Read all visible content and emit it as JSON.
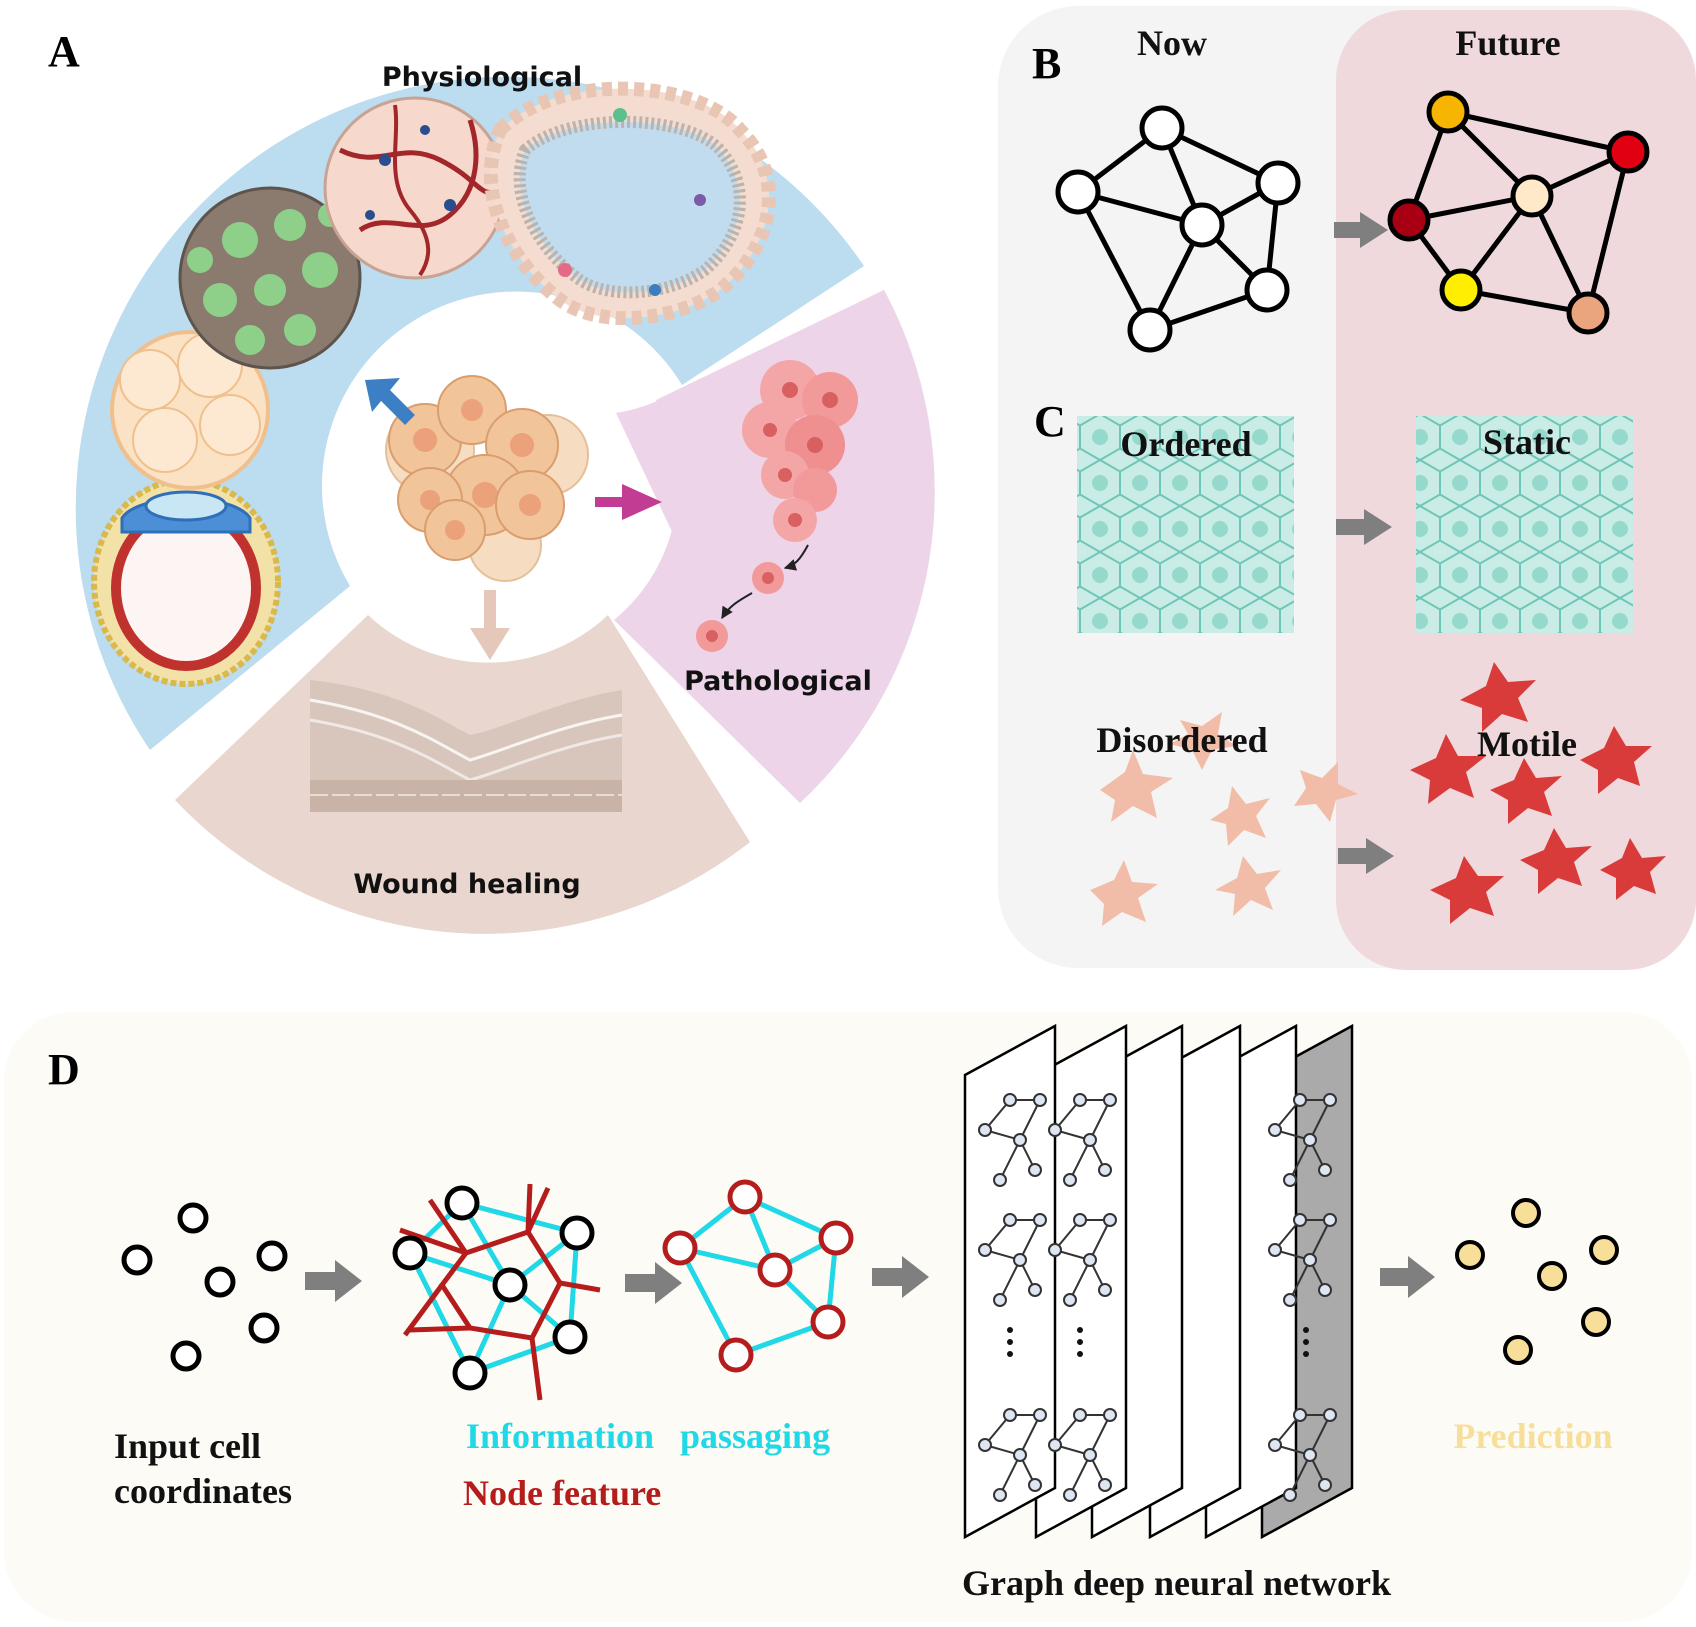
{
  "panels": {
    "a": {
      "letter": "A",
      "labels": {
        "physiological": "Physiological",
        "pathological": "Pathological",
        "wound": "Wound healing"
      }
    },
    "b": {
      "letter": "B",
      "now": "Now",
      "future": "Future"
    },
    "c": {
      "letter": "C",
      "ordered": "Ordered",
      "static": "Static",
      "disordered": "Disordered",
      "motile": "Motile"
    },
    "d": {
      "letter": "D",
      "input_line1": "Input cell",
      "input_line2": "coordinates",
      "info_word1": "Information",
      "info_word2": "passaging",
      "node_feature": "Node feature",
      "gdnn": "Graph deep neural network",
      "prediction": "Prediction"
    }
  },
  "colors": {
    "physio_ring": "#bcdcef",
    "patho_ring": "#edd4e8",
    "wound_ring": "#e8d6cf",
    "bc_bg": "#f4f4f4",
    "future_bg": "#f0d9dc",
    "d_bg": "#fcfbf5",
    "arrow_gray": "#7f7f7f",
    "info_cyan": "#20d8e6",
    "node_red": "#b51d1d",
    "prediction_yellow": "#f7df9a",
    "future_nodes": [
      "#f7b400",
      "#e00012",
      "#ffe9c9",
      "#a80012",
      "#ffee00",
      "#eaa57f"
    ],
    "motile_red": "#d93b3b",
    "disordered_pink": "#f2bda8"
  }
}
